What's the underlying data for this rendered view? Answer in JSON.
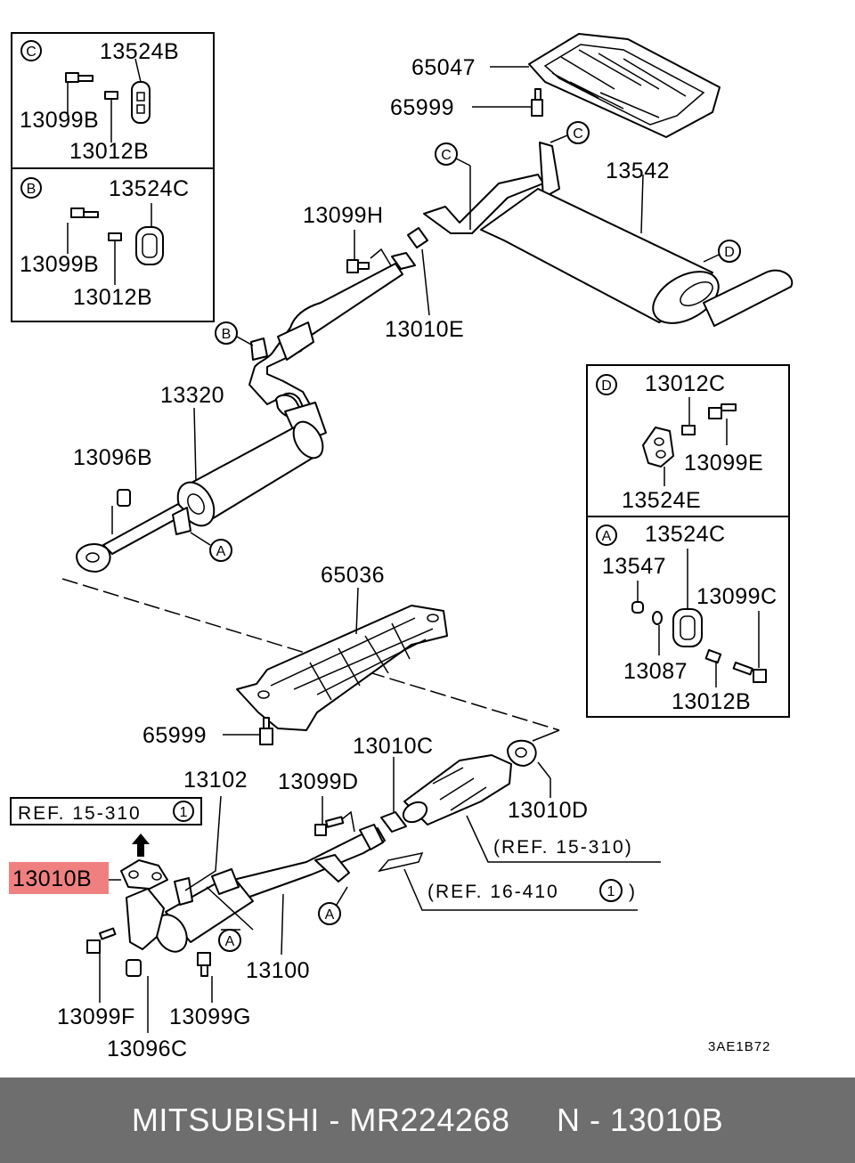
{
  "footer": {
    "text": "MITSUBISHI - MR224268     N - 13010B"
  },
  "diagram_code": "3AE1B72",
  "highlight_color": "#f08080",
  "highlighted_part": "13010B",
  "inset_c": {
    "marker": "C",
    "parts": [
      "13524B",
      "13099B",
      "13012B"
    ]
  },
  "inset_b": {
    "marker": "B",
    "parts": [
      "13524C",
      "13099B",
      "13012B"
    ]
  },
  "inset_d": {
    "marker": "D",
    "parts": [
      "13012C",
      "13099E",
      "13524E"
    ]
  },
  "inset_a": {
    "marker": "A",
    "parts": [
      "13524C",
      "13547",
      "13099C",
      "13087",
      "13012B"
    ]
  },
  "parts": {
    "p65047": "65047",
    "p65999_top": "65999",
    "p13542": "13542",
    "p13099H": "13099H",
    "p13010E": "13010E",
    "p13320": "13320",
    "p13096B": "13096B",
    "p65036": "65036",
    "p65999_mid": "65999",
    "p13010C": "13010C",
    "p13010D": "13010D",
    "p13102": "13102",
    "p13099D": "13099D",
    "p13010B": "13010B",
    "p13100": "13100",
    "p13099F": "13099F",
    "p13099G": "13099G",
    "p13096C": "13096C"
  },
  "callouts": {
    "A": "A",
    "B": "B",
    "C": "C",
    "D": "D",
    "ref_num": "1"
  },
  "refs": {
    "ref_15310_top": "REF. 15-310",
    "ref_15310_cat": "(REF. 15-310)",
    "ref_16410": "(REF. 16-410",
    "ref_close": ")"
  }
}
